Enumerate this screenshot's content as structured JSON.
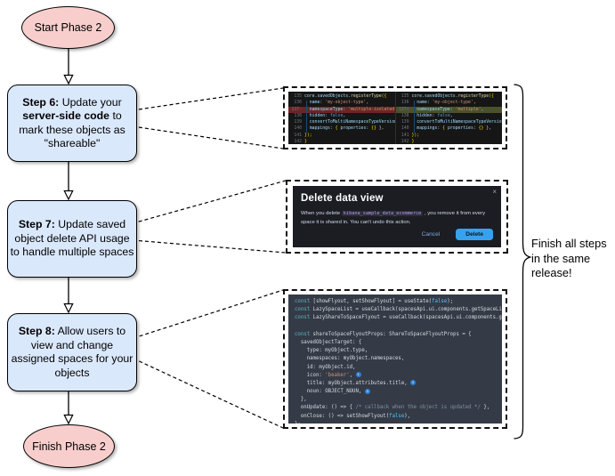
{
  "flowchart": {
    "start_label": "Start Phase 2",
    "finish_label": "Finish Phase 2",
    "step6": [
      [
        "Step 6:",
        "b"
      ],
      [
        " Update your ",
        "t"
      ],
      [
        "server-side code",
        "b"
      ],
      [
        " to mark these objects as \"shareable\"",
        "t"
      ]
    ],
    "step7": [
      [
        "Step 7:",
        "b"
      ],
      [
        " Update saved object delete API usage to handle multiple spaces",
        "t"
      ]
    ],
    "step8": [
      [
        "Step 8:",
        "b"
      ],
      [
        " Allow users to view and change assigned spaces for your objects",
        "t"
      ]
    ]
  },
  "brace": {
    "label_lines": [
      "Finish all steps",
      "in the same",
      "release!"
    ]
  },
  "diff_panel": {
    "left": [
      {
        "n": "135",
        "seg": [
          [
            "core",
            "v"
          ],
          [
            ".",
            "p"
          ],
          [
            "savedObjects",
            "v"
          ],
          [
            ".",
            "p"
          ],
          [
            "registerType",
            "m"
          ],
          [
            "({",
            "y"
          ]
        ]
      },
      {
        "n": "136",
        "seg": [
          [
            "  name",
            "v"
          ],
          [
            ": ",
            "p"
          ],
          [
            "'my-object-type'",
            "s"
          ],
          [
            ",",
            "p"
          ]
        ]
      },
      {
        "n": "137-",
        "bg": "removed",
        "seg": [
          [
            "  namespaceType",
            "v"
          ],
          [
            ": ",
            "p"
          ],
          [
            "'multiple-isolated'",
            "s"
          ],
          [
            ",",
            "p"
          ]
        ]
      },
      {
        "n": "138",
        "seg": [
          [
            "  hidden",
            "v"
          ],
          [
            ": ",
            "p"
          ],
          [
            "false",
            "k"
          ],
          [
            ",",
            "p"
          ]
        ]
      },
      {
        "n": "139",
        "seg": [
          [
            "  convertToMultiNamespaceTypeVersion",
            "v"
          ],
          [
            ": ",
            "p"
          ],
          [
            "'",
            "s"
          ]
        ]
      },
      {
        "n": "140",
        "seg": [
          [
            "  mappings",
            "v"
          ],
          [
            ": ",
            "p"
          ],
          [
            "{ ",
            "y"
          ],
          [
            "properties",
            "v"
          ],
          [
            ": ",
            "p"
          ],
          [
            "{}",
            "y"
          ],
          [
            " },",
            "p"
          ]
        ]
      },
      {
        "n": "141",
        "seg": [
          [
            "});",
            "y"
          ]
        ]
      },
      {
        "n": "142",
        "seg": [
          [
            "}",
            "y"
          ]
        ]
      }
    ],
    "right": [
      {
        "n": "135",
        "seg": [
          [
            "core",
            "v"
          ],
          [
            ".",
            "p"
          ],
          [
            "savedObjects",
            "v"
          ],
          [
            ".",
            "p"
          ],
          [
            "registerType",
            "m"
          ],
          [
            "({",
            "y"
          ]
        ]
      },
      {
        "n": "136",
        "seg": [
          [
            "  name",
            "v"
          ],
          [
            ": ",
            "p"
          ],
          [
            "'my-object-type'",
            "s"
          ],
          [
            ",",
            "p"
          ]
        ]
      },
      {
        "n": "137+",
        "bg": "added",
        "seg": [
          [
            "  namespaceType",
            "v"
          ],
          [
            ": ",
            "p"
          ],
          [
            "'multiple'",
            "s"
          ],
          [
            ",",
            "p"
          ]
        ]
      },
      {
        "n": "138",
        "seg": [
          [
            "  hidden",
            "v"
          ],
          [
            ": ",
            "p"
          ],
          [
            "false",
            "k"
          ],
          [
            ",",
            "p"
          ]
        ]
      },
      {
        "n": "139",
        "seg": [
          [
            "  convertToMultiNamespaceTypeVersion",
            "v"
          ],
          [
            ": ",
            "p"
          ],
          [
            "'",
            "s"
          ]
        ]
      },
      {
        "n": "140",
        "seg": [
          [
            "  mappings",
            "v"
          ],
          [
            ": ",
            "p"
          ],
          [
            "{ ",
            "y"
          ],
          [
            "properties",
            "v"
          ],
          [
            ": ",
            "p"
          ],
          [
            "{}",
            "y"
          ],
          [
            " },",
            "p"
          ]
        ]
      },
      {
        "n": "141",
        "seg": [
          [
            "});",
            "y"
          ]
        ]
      },
      {
        "n": "142",
        "seg": [
          [
            "}",
            "y"
          ]
        ]
      }
    ]
  },
  "modal": {
    "title": "Delete data view",
    "close_icon": "×",
    "body": [
      [
        "When you delete ",
        "t"
      ],
      [
        "kibana_sample_data_ecommerce",
        "code"
      ],
      [
        " , you remove it from every space it is shared in. You can't undo this action.",
        "t"
      ]
    ],
    "cancel_label": "Cancel",
    "delete_label": "Delete"
  },
  "code_panel": {
    "lines": [
      {
        "seg": [
          [
            "const",
            "k"
          ],
          [
            " [showFlyout, setShowFlyout] = useState(",
            "t"
          ],
          [
            "false",
            "b"
          ],
          [
            ");",
            "t"
          ]
        ]
      },
      {
        "seg": [
          [
            "const",
            "k"
          ],
          [
            " LazySpaceList = useCallback(spacesApi.ui.components.getSpaceLi",
            "t"
          ]
        ]
      },
      {
        "seg": [
          [
            "const",
            "k"
          ],
          [
            " LazyShareToSpaceFlyout = useCallback(spacesApi.ui.components.ge",
            "t"
          ]
        ]
      },
      {
        "seg": []
      },
      {
        "seg": [
          [
            "const",
            "k"
          ],
          [
            " shareToSpaceFlyoutProps: ShareToSpaceFlyoutProps = {",
            "t"
          ]
        ]
      },
      {
        "seg": [
          [
            "  savedObjectTarget: {",
            "t"
          ]
        ]
      },
      {
        "seg": [
          [
            "    type: myObject.type,",
            "t"
          ]
        ]
      },
      {
        "seg": [
          [
            "    namespaces: myObject.namespaces,",
            "t"
          ]
        ]
      },
      {
        "seg": [
          [
            "    id: myObject.id,",
            "t"
          ]
        ]
      },
      {
        "seg": [
          [
            "    icon: ",
            "t"
          ],
          [
            "'beaker'",
            "s"
          ],
          [
            ", ",
            "t"
          ],
          [
            "1",
            "badge"
          ]
        ]
      },
      {
        "seg": [
          [
            "    title: myObject.attributes.title, ",
            "t"
          ],
          [
            "2",
            "badge"
          ]
        ]
      },
      {
        "seg": [
          [
            "    noun: OBJECT_NOUN, ",
            "t"
          ],
          [
            "3",
            "badge"
          ]
        ]
      },
      {
        "seg": [
          [
            "  },",
            "t"
          ]
        ]
      },
      {
        "seg": [
          [
            "  onUpdate: () => { ",
            "t"
          ],
          [
            "/* callback when the object is updated */",
            "cm"
          ],
          [
            " },",
            "t"
          ]
        ]
      },
      {
        "seg": [
          [
            "  onClose: () => setShowFlyout(",
            "t"
          ],
          [
            "false",
            "b"
          ],
          [
            "),",
            "t"
          ]
        ]
      },
      {
        "seg": [
          [
            "};",
            "t"
          ]
        ]
      }
    ]
  },
  "colors": {
    "node-fill-blue": "#dae8fc",
    "node-fill-pink": "#f8cecc",
    "node-border": "#000000",
    "editor-bg": "#161616",
    "diff-removed-bg": "#6e2424",
    "diff-added-bg": "#49522b",
    "modal-bg": "#1b1d23",
    "delete-button-bg": "#36a2ef",
    "code-panel-bg": "#353b46"
  }
}
